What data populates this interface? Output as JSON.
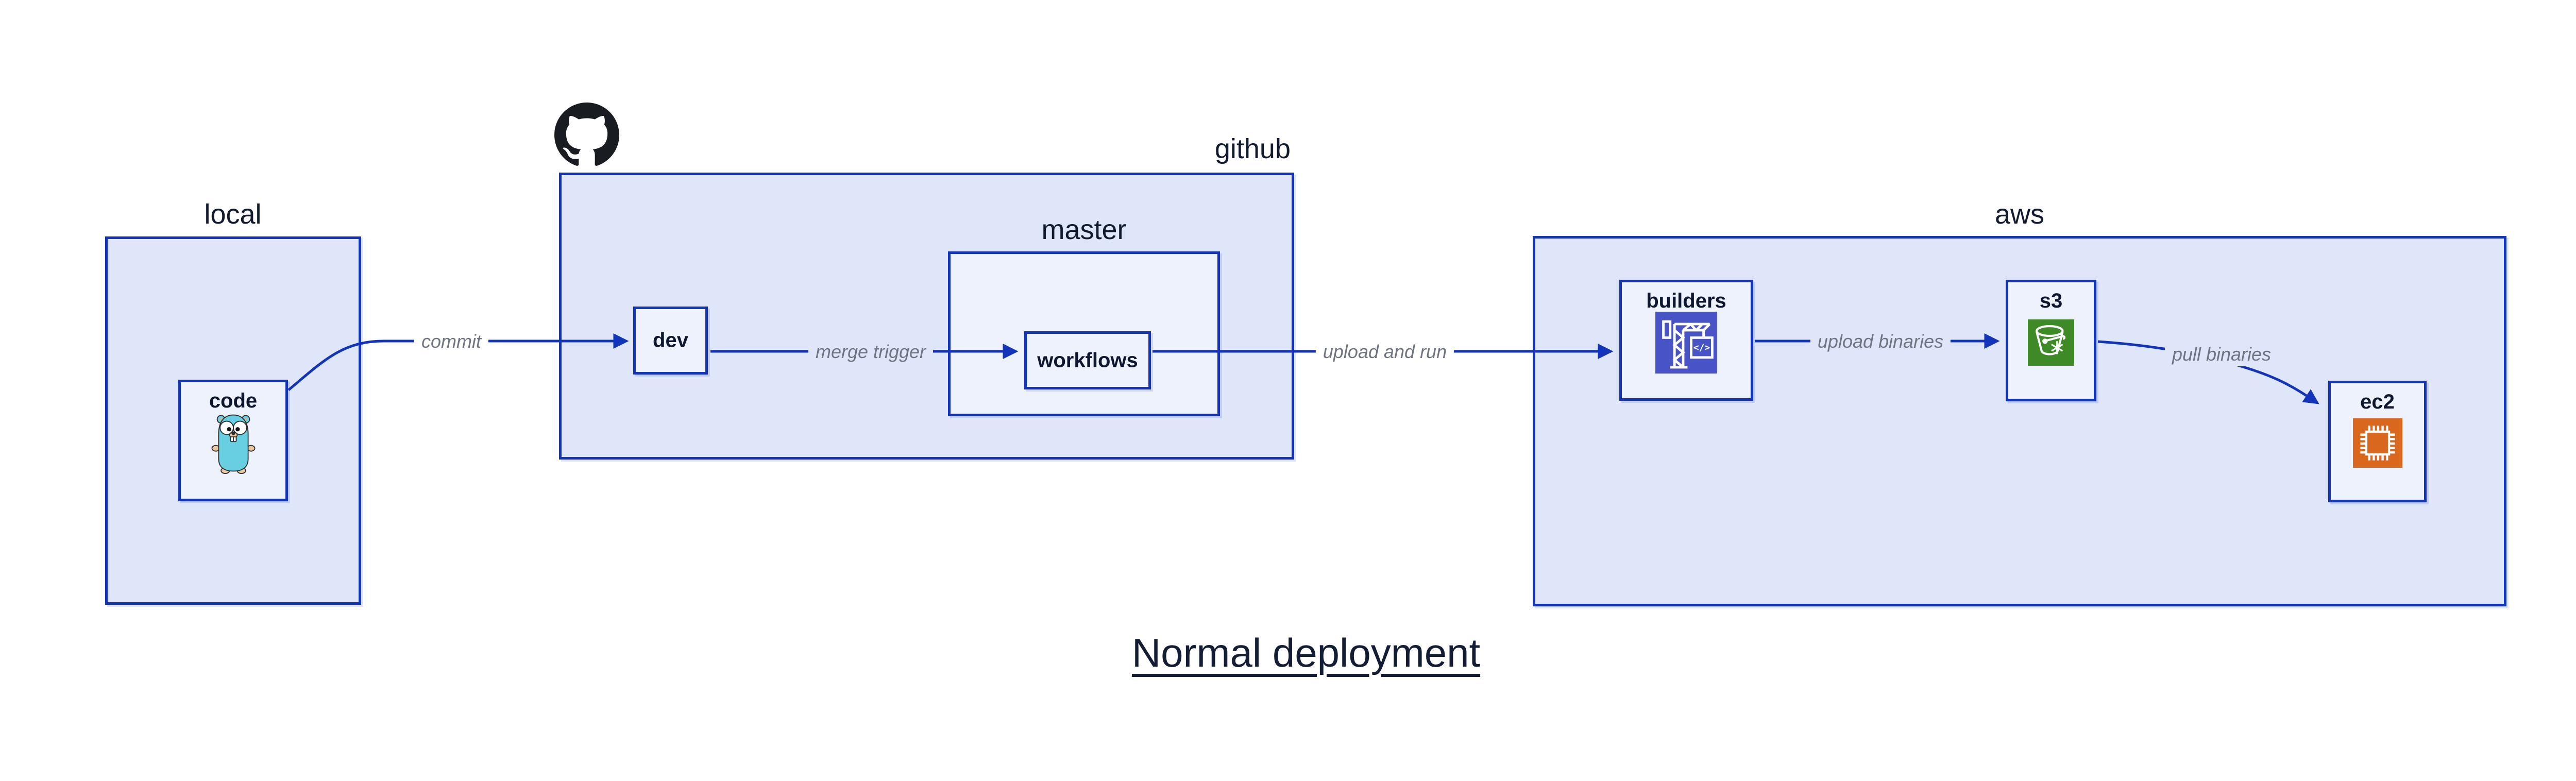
{
  "diagram": {
    "title": "Normal deployment",
    "containers": {
      "local": {
        "label": "local"
      },
      "github": {
        "label": "github"
      },
      "master": {
        "label": "master"
      },
      "aws": {
        "label": "aws"
      }
    },
    "nodes": {
      "code": {
        "label": "code",
        "icon": "go-gopher-icon"
      },
      "dev": {
        "label": "dev"
      },
      "workflows": {
        "label": "workflows"
      },
      "builders": {
        "label": "builders",
        "icon": "codebuild-crane-icon"
      },
      "s3": {
        "label": "s3",
        "icon": "s3-glacier-bucket-icon"
      },
      "ec2": {
        "label": "ec2",
        "icon": "ec2-chip-icon"
      }
    },
    "edges": {
      "commit": {
        "label": "commit",
        "from": "code",
        "to": "dev"
      },
      "merge_trigger": {
        "label": "merge trigger",
        "from": "dev",
        "to": "workflows"
      },
      "upload_and_run": {
        "label": "upload and run",
        "from": "workflows",
        "to": "builders"
      },
      "upload_binaries": {
        "label": "upload binaries",
        "from": "builders",
        "to": "s3"
      },
      "pull_binaries": {
        "label": "pull binaries",
        "from": "s3",
        "to": "ec2"
      }
    },
    "icons": {
      "crane_code_glyph": "</>"
    },
    "colors": {
      "line_blue": "#1134ba",
      "container_fill": "#dfe6fa",
      "node_fill": "#eef2fd",
      "label_ink": "#111a2e",
      "edge_label_gray": "#6e7480",
      "codebuild_indigo": "#4853c6",
      "glacier_green": "#3e8a26",
      "ec2_orange": "#d9671e",
      "github_black": "#191c21",
      "gopher_teal": "#67cfe1",
      "gopher_tan": "#e9c9a0"
    }
  }
}
